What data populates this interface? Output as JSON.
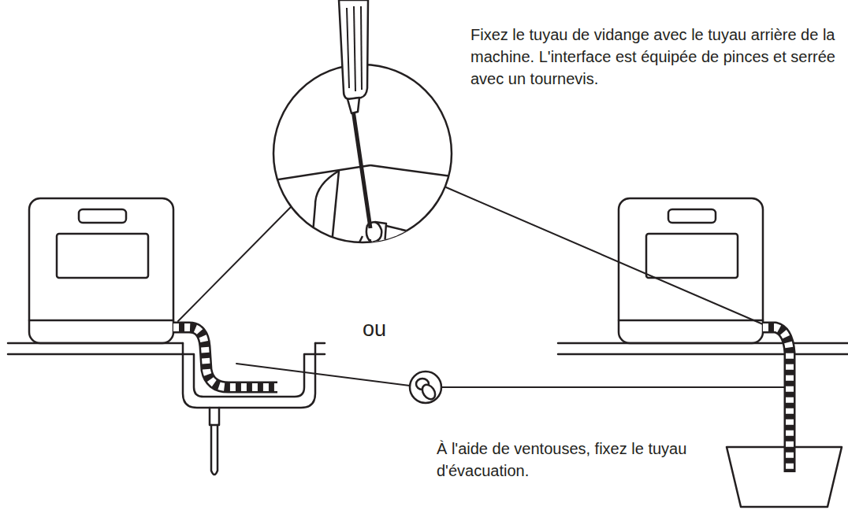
{
  "diagram": {
    "labels": [
      "Fixez le tuyau de vidange avec le tuyau arrière de la machine. L'interface est équipée de pinces et serrée avec un tournevis.",
      "ou",
      "À l'aide de ventouses, fixez le tuyau d'évacuation."
    ]
  }
}
